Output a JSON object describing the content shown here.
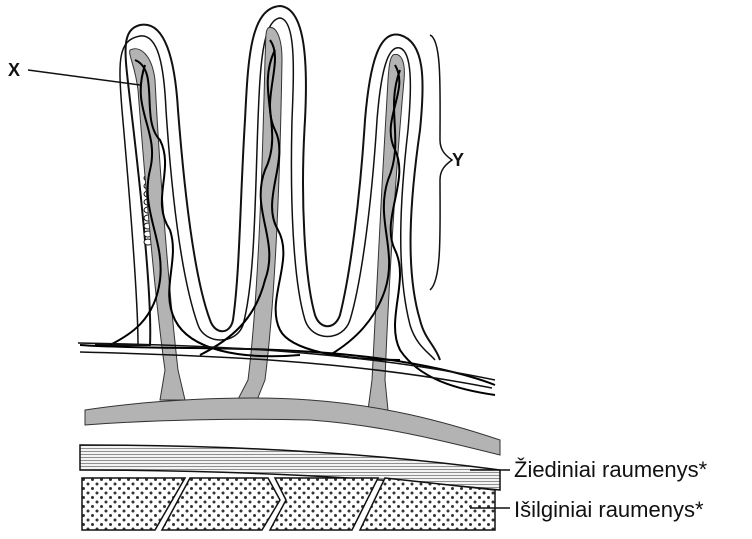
{
  "diagram": {
    "label_x": "X",
    "label_y": "Y",
    "circular_muscle_label": "Žiediniai raumenys*",
    "longitudinal_muscle_label": "Išilginiai raumenys*",
    "colors": {
      "line": "#111111",
      "vessel_fill": "#b3b3b3",
      "background": "#ffffff"
    }
  }
}
